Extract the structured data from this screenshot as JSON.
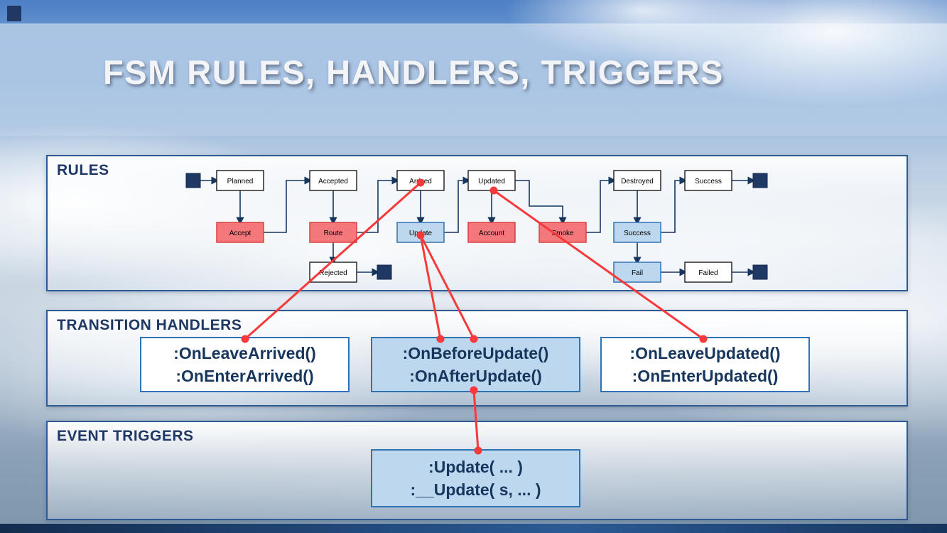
{
  "title": "FSM RULES, HANDLERS, TRIGGERS",
  "panels": {
    "rules": {
      "label": "RULES"
    },
    "transition_handlers": {
      "label": "TRANSITION HANDLERS"
    },
    "event_triggers": {
      "label": "EVENT TRIGGERS"
    }
  },
  "fsm": {
    "states": {
      "planned": "Planned",
      "accepted": "Accepted",
      "arrived": "Arrived",
      "updated": "Updated",
      "destroyed": "Destroyed",
      "success": "Success",
      "rejected": "Rejected",
      "failed": "Failed"
    },
    "transitions": {
      "accept": "Accept",
      "route": "Route",
      "update": "Update",
      "account": "Account",
      "smoke": "Smoke",
      "success": "Success",
      "fail": "Fail"
    }
  },
  "handler_boxes": {
    "arrived": {
      "line1": ":OnLeaveArrived()",
      "line2": ":OnEnterArrived()"
    },
    "update": {
      "line1": ":OnBeforeUpdate()",
      "line2": ":OnAfterUpdate()"
    },
    "updated": {
      "line1": ":OnLeaveUpdated()",
      "line2": ":OnEnterUpdated()"
    }
  },
  "trigger_boxes": {
    "update": {
      "line1": ":Update( ... )",
      "line2": ":__Update( s, ... )"
    }
  },
  "colors": {
    "accent_navy": "#1F3864",
    "panel_border": "#2E5A94",
    "state_fill": "#FFFFFF",
    "transition_red_fill": "#F4787B",
    "transition_red_border": "#D94040",
    "transition_blue_fill": "#BDD7EE",
    "transition_blue_border": "#2E75B6",
    "connector_navy": "#17365D",
    "connector_red": "#F8393B",
    "handler_text": "#17365D"
  }
}
